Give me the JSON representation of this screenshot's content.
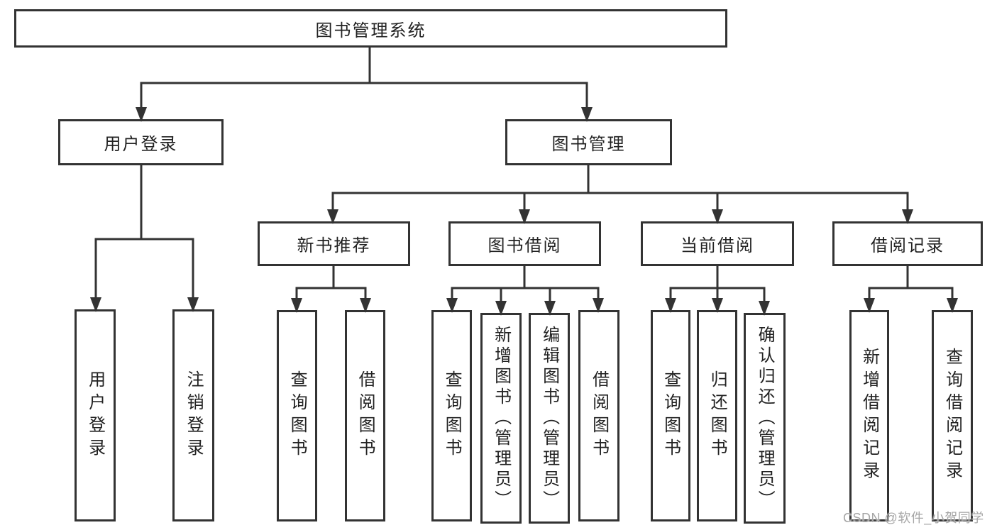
{
  "diagram": {
    "title": "图书管理系统",
    "branches": [
      {
        "label": "用户登录",
        "children": [
          {
            "label": "用户登录"
          },
          {
            "label": "注销登录"
          }
        ]
      },
      {
        "label": "图书管理",
        "children": [
          {
            "label": "新书推荐",
            "children": [
              {
                "label": "查询图书"
              },
              {
                "label": "借阅图书"
              }
            ]
          },
          {
            "label": "图书借阅",
            "children": [
              {
                "label": "查询图书"
              },
              {
                "label": "新增图书（管理员）"
              },
              {
                "label": "编辑图书（管理员）"
              },
              {
                "label": "借阅图书"
              }
            ]
          },
          {
            "label": "当前借阅",
            "children": [
              {
                "label": "查询图书"
              },
              {
                "label": "归还图书"
              },
              {
                "label": "确认归还（管理员）"
              }
            ]
          },
          {
            "label": "借阅记录",
            "children": [
              {
                "label": "新增借阅记录"
              },
              {
                "label": "查询借阅记录"
              }
            ]
          }
        ]
      }
    ]
  },
  "watermark": {
    "text": "CSDN @软件_小贺同学"
  },
  "colors": {
    "line": "#333333",
    "text": "#222222",
    "watermark": "#a6a6a6",
    "background": "#ffffff"
  }
}
